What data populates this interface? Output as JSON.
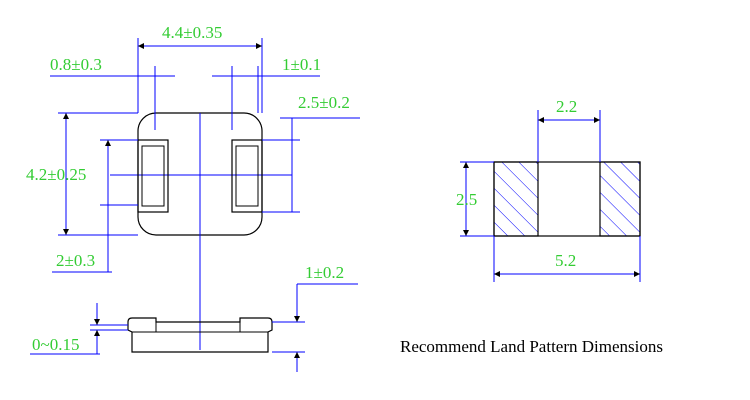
{
  "component": {
    "dims": {
      "body_length": "4.4±0.35",
      "terminal_width": "0.8±0.3",
      "edge_gap": "1±0.1",
      "terminal_height": "2.5±0.2",
      "body_width": "4.2±0.25",
      "pad_pitch": "2±0.3",
      "standoff": "0~0.15",
      "height": "1±0.2"
    }
  },
  "land_pattern": {
    "dims": {
      "gap": "2.2",
      "pad_height": "2.5",
      "total_length": "5.2"
    },
    "caption": "Recommend Land Pattern Dimensions"
  },
  "colors": {
    "outline": "#000000",
    "dimension_line": "#0000ff",
    "dimension_text": "#33cc33",
    "hatch": "#0000ff"
  }
}
